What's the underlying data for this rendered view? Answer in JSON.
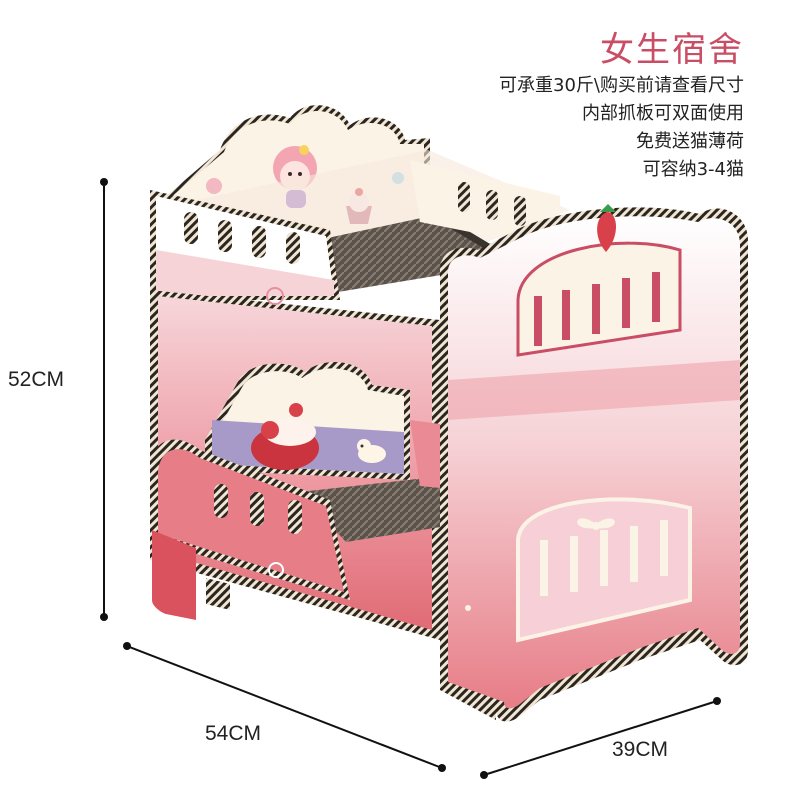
{
  "header": {
    "title": "女生宿舍"
  },
  "features": [
    "可承重30斤\\购买前请查看尺寸",
    "内部抓板可双面使用",
    "免费送猫薄荷",
    "可容纳3-4猫"
  ],
  "dimensions": {
    "height": "52CM",
    "width": "54CM",
    "depth": "39CM"
  },
  "colors": {
    "pink_light": "#f3c6cc",
    "pink_mid": "#e98a94",
    "pink_dark": "#d9525e",
    "cream": "#fbf3e6",
    "accent": "#c94d64"
  }
}
